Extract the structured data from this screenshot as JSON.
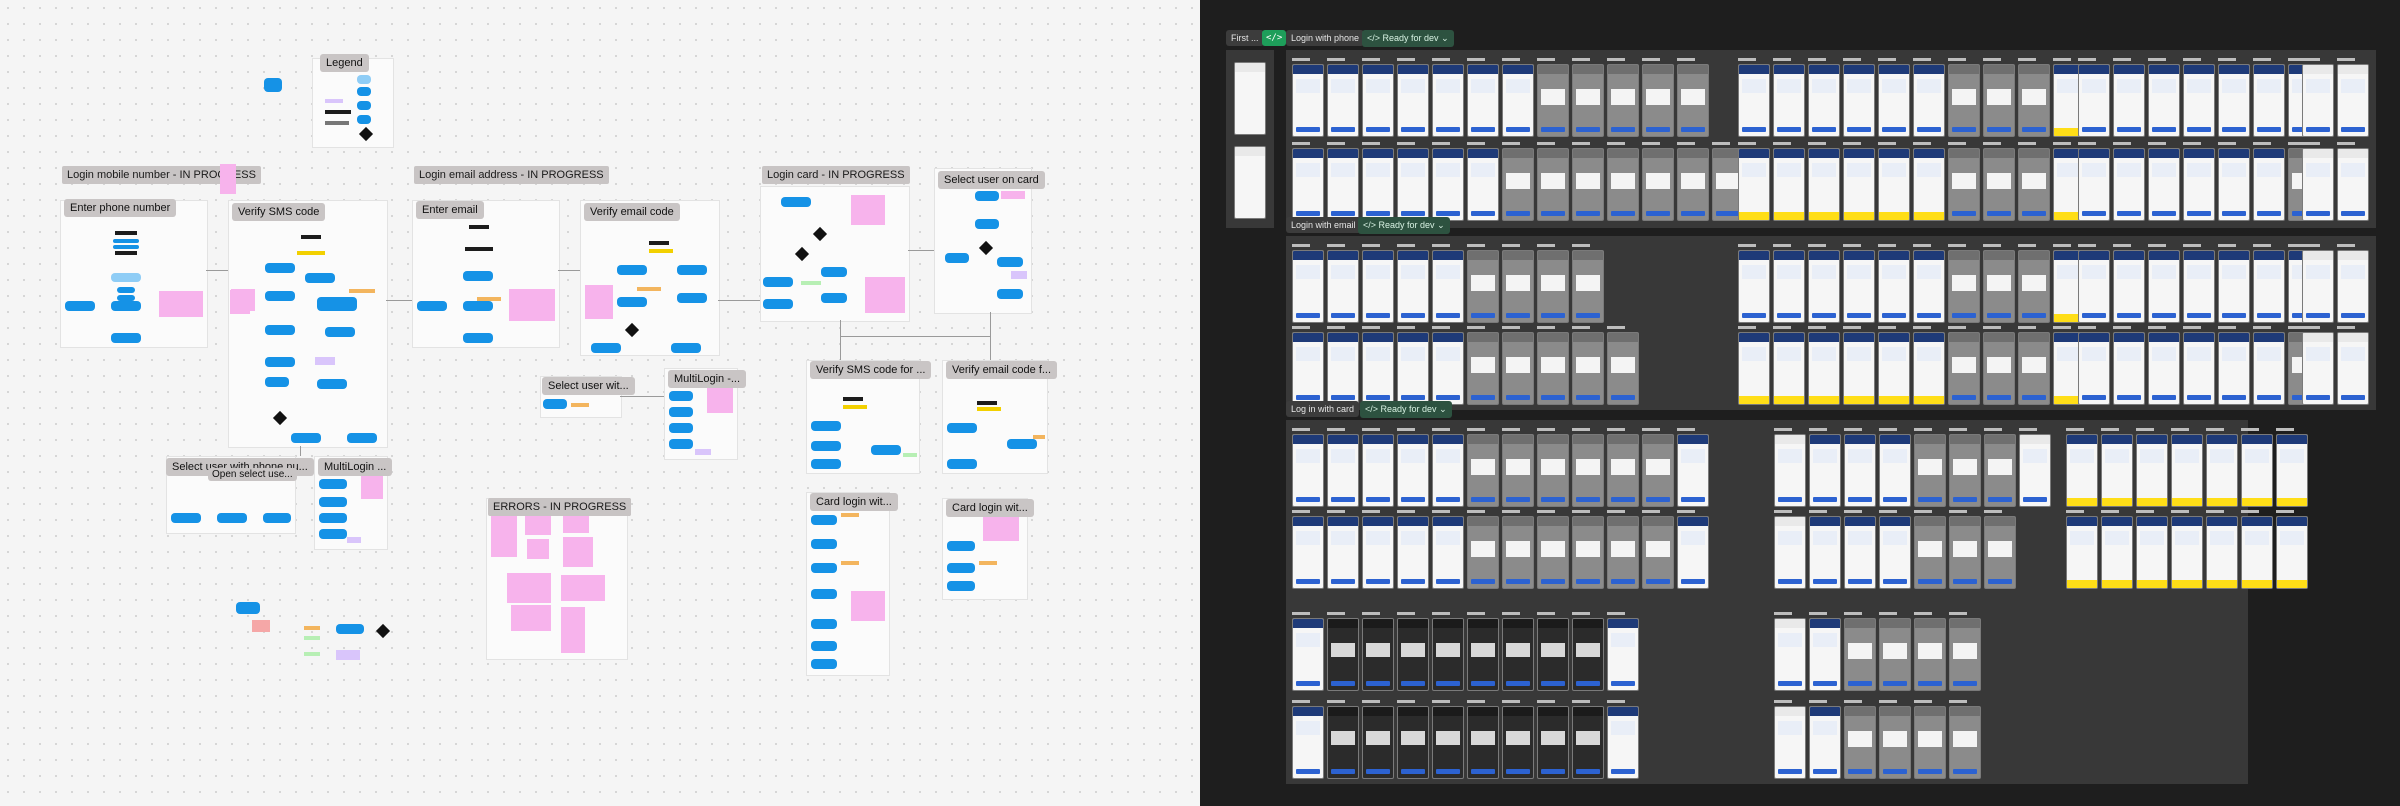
{
  "left_canvas": {
    "legend_title": "Legend",
    "sections": {
      "login_mobile": "Login mobile number - IN PROGRESS",
      "login_email": "Login email address - IN PROGRESS",
      "login_card": "Login card - IN PROGRESS",
      "errors": "ERRORS - IN PROGRESS"
    },
    "frames": {
      "enter_phone": "Enter phone number",
      "verify_sms": "Verify SMS code",
      "enter_email": "Enter email",
      "verify_email": "Verify email code",
      "select_user_card": "Select user on card",
      "select_user_with": "Select user wit...",
      "multilogin_email": "MultiLogin -...",
      "verify_sms_for": "Verify SMS code for ...",
      "verify_email_code_f": "Verify email code f...",
      "select_user_phone": "Select user with phone nu...",
      "open_select_user": "Open select use...",
      "multilogin_phone": "MultiLogin ...",
      "card_login_wit_1": "Card login wit...",
      "card_login_wit_2": "Card login wit..."
    }
  },
  "right_canvas": {
    "first_tag": "First ...",
    "code_icon": "</>",
    "sections": [
      {
        "title": "Login with phone",
        "status": "Ready for dev"
      },
      {
        "title": "Login with email",
        "status": "Ready for dev"
      },
      {
        "title": "Log in with card",
        "status": "Ready for dev"
      }
    ],
    "chevron": "⌄"
  },
  "colors": {
    "canvas_light": "#f5f5f5",
    "canvas_dark": "#1e1e1e",
    "node_blue": "#1592e6",
    "sticky_pink": "#f7b3ec",
    "sticky_orange": "#f3b55e",
    "ready_green": "#1e9e5a",
    "section_dark": "#383838"
  }
}
